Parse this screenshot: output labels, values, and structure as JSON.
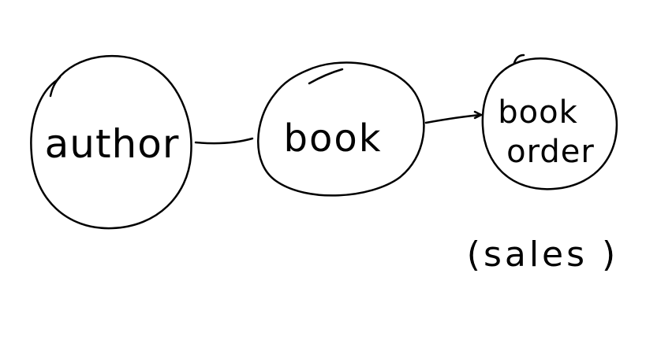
{
  "nodes": [
    {
      "id": "author",
      "label": "author"
    },
    {
      "id": "book",
      "label": "book"
    },
    {
      "id": "book-order",
      "label_line1": "book",
      "label_line2": "order"
    }
  ],
  "note": {
    "text": "(sales )"
  },
  "edges": [
    {
      "from": "author",
      "to": "book"
    },
    {
      "from": "book",
      "to": "book-order"
    }
  ],
  "colors": {
    "ink": "#000000",
    "background": "#ffffff"
  }
}
